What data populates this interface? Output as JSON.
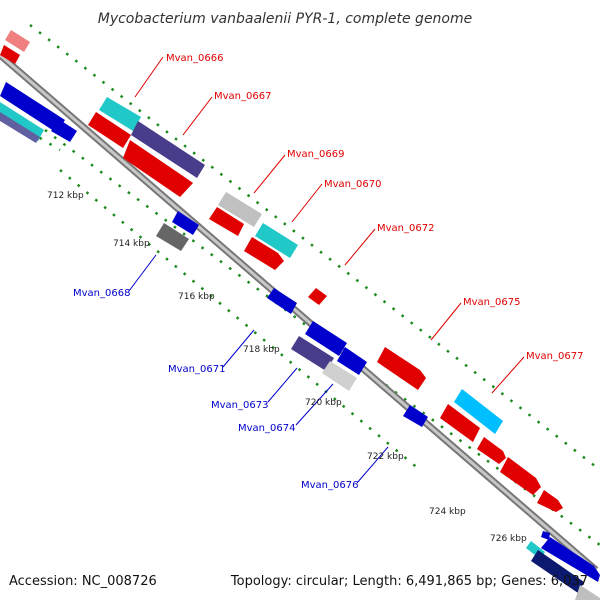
{
  "title": "Mycobacterium vanbaalenii PYR-1, complete genome",
  "accession": "Accession: NC_008726",
  "topology": "Topology: circular; Length: 6,491,865 bp; Genes: 6,037",
  "colors": {
    "forward_label": "#e00000",
    "reverse_label": "#0000cc",
    "backbone": "#8c8c8c",
    "tick_dots": "#1c8a1c"
  },
  "ticks": [
    "712 kbp",
    "714 kbp",
    "716 kbp",
    "718 kbp",
    "720 kbp",
    "722 kbp",
    "724 kbp",
    "726 kbp"
  ],
  "gene_labels_top": [
    "Mvan_0666",
    "Mvan_0667",
    "Mvan_0669",
    "Mvan_0670",
    "Mvan_0672",
    "Mvan_0675",
    "Mvan_0677"
  ],
  "gene_labels_bottom": [
    "Mvan_0668",
    "Mvan_0671",
    "Mvan_0673",
    "Mvan_0674",
    "Mvan_0676"
  ]
}
